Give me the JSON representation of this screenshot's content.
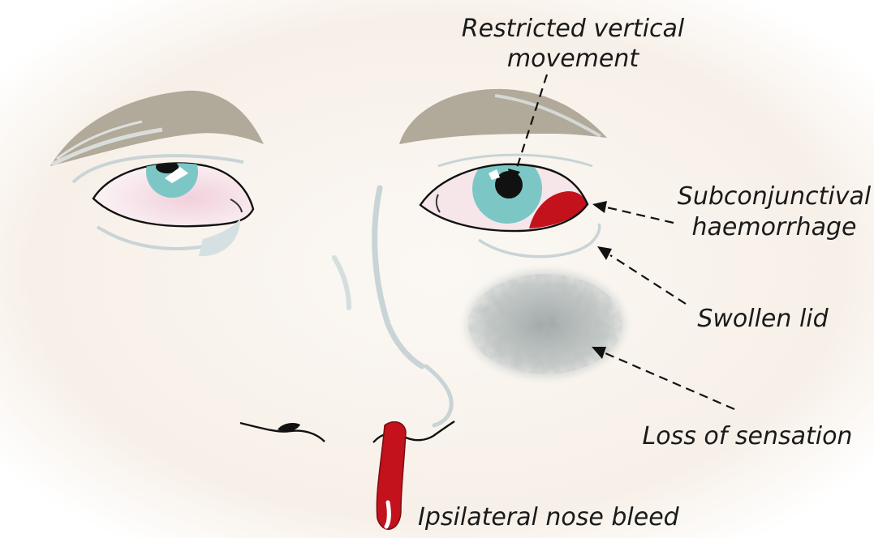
{
  "labels": {
    "restricted_line1": "Restricted vertical",
    "restricted_line2": "movement",
    "subconj_line1": "Subconjunctival",
    "subconj_line2": "haemorrhage",
    "swollen_lid": "Swollen lid",
    "loss_sensation": "Loss of sensation",
    "nose_bleed": "Ipsilateral nose bleed"
  },
  "colors": {
    "background_glow": "#f8f2ea",
    "skin": "#fbf7f3",
    "eyebrow": "#b1a999",
    "eyebrow_hair": "#d7dcdb",
    "iris": "#7cc7c6",
    "sclera_pink": "#f3dde3",
    "blood": "#c3121c",
    "contour_grey": "#c8d4d6",
    "bruise": "#b4bcbc",
    "outline": "#111111"
  }
}
